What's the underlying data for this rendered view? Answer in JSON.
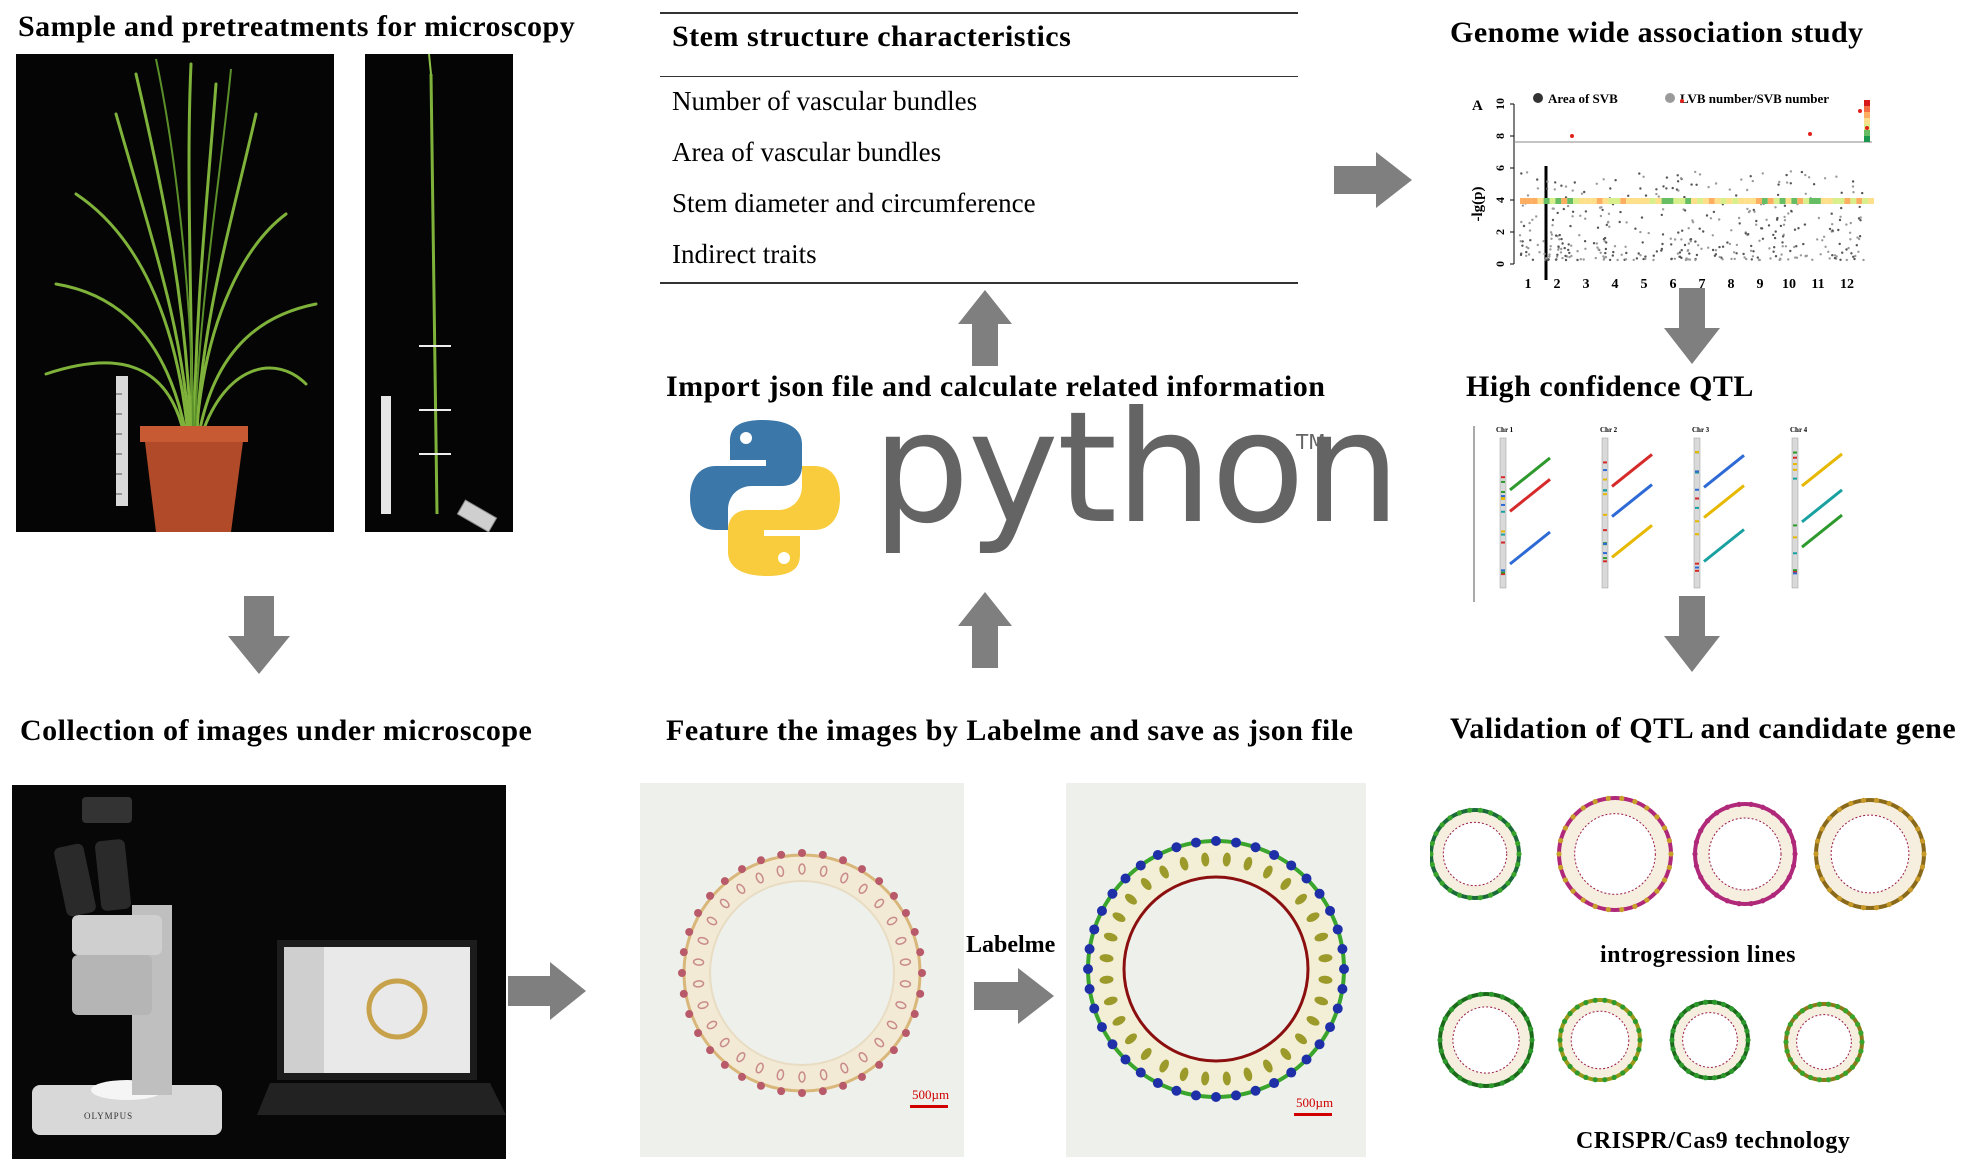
{
  "sections": {
    "sample_title": "Sample and pretreatments for microscopy",
    "microscope_title": "Collection of images under microscope",
    "stem_title": "Stem structure characteristics",
    "stem_traits": [
      "Number of vascular bundles",
      "Area of vascular bundles",
      "Stem diameter and circumference",
      "Indirect traits"
    ],
    "import_title": "Import json file and calculate related information",
    "python_word": "python",
    "python_tm": "TM",
    "feature_title": "Feature the images  by Labelme and save as json file",
    "labelme_label": "Labelme",
    "scale_bar_1": "500µm",
    "scale_bar_2": "500µm",
    "gwas_title": "Genome wide association study",
    "qtl_title": "High confidence QTL",
    "validation_title": "Validation of QTL and candidate gene",
    "introgression_label": "introgression lines",
    "crispr_label": "CRISPR/Cas9 technology"
  },
  "manhattan": {
    "panel_letter": "A",
    "legend": [
      "Area of SVB",
      "LVB number/SVB number"
    ],
    "ylabel": "-lg(p)",
    "yticks": [
      "0",
      "2",
      "4",
      "6",
      "8",
      "10"
    ],
    "chromosomes": [
      "1",
      "2",
      "3",
      "4",
      "5",
      "6",
      "7",
      "8",
      "9",
      "10",
      "11",
      "12"
    ]
  },
  "qtl_map": {
    "chr_labels": [
      "Chr 1",
      "Chr 2",
      "Chr 3",
      "Chr 4"
    ]
  },
  "microscope_brand": "OLYMPUS",
  "colors": {
    "arrow": "#7f7f7f",
    "python_blue": "#3b77a9",
    "python_yellow": "#f8cc3c",
    "python_text": "#646464",
    "green_outline": "#3aa52c",
    "dark_red_outline": "#8b0f0f",
    "bundle_olive": "#9c9a2a"
  }
}
